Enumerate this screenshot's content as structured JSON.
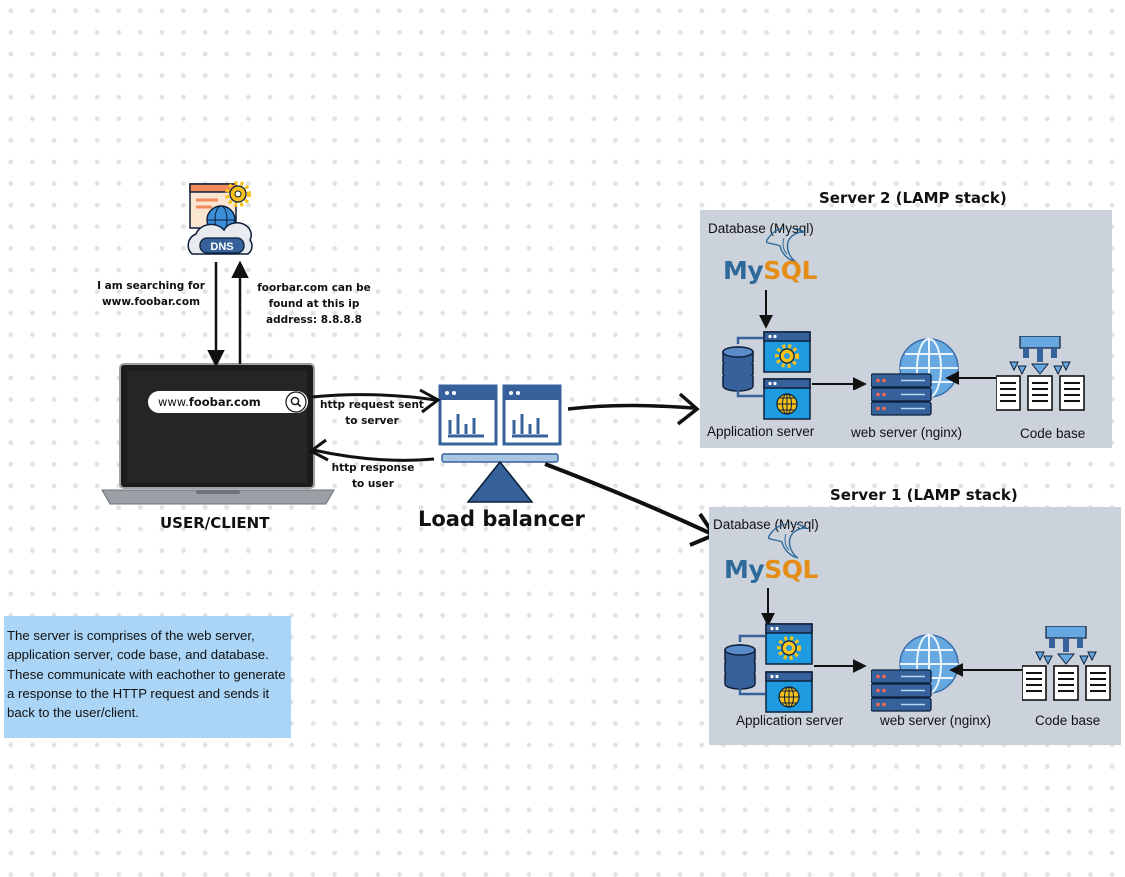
{
  "dns": {
    "label": "DNS"
  },
  "dns_query_note": "I am searching for www.foobar.com",
  "dns_response_note": "foorbar.com can be found at this ip address: 8.8.8.8",
  "browser": {
    "url_prefix": "www.",
    "url_domain": "foobar.com"
  },
  "client_label": "USER/CLIENT",
  "request_note": "http request sent to server",
  "response_note": "http response to user",
  "load_balancer_label": "Load balancer",
  "server2": {
    "title": "Server 2 (LAMP stack)",
    "database_label": "Database (Mysql)",
    "mysql_logo": {
      "my": "My",
      "sql": "SQL"
    },
    "app_server_label": "Application server",
    "web_server_label": "web server (nginx)",
    "code_base_label": "Code base"
  },
  "server1": {
    "title": "Server 1 (LAMP stack)",
    "database_label": "Database (Mysql)",
    "mysql_logo": {
      "my": "My",
      "sql": "SQL"
    },
    "app_server_label": "Application server",
    "web_server_label": "web server (nginx)",
    "code_base_label": "Code base"
  },
  "description": "The  server is comprises of the web server, application server, code base, and database. These communicate with eachother to generate a response to the HTTP request and sends it back to the user/client.",
  "colors": {
    "panel": "#cbd2dc",
    "note_box": "#abd5f6",
    "icon_blue": "#36619b",
    "icon_light_blue": "#67a8e1",
    "gear_yellow": "#f8c21a",
    "mysql_blue": "#2f6a9a",
    "mysql_orange": "#e48e17"
  }
}
